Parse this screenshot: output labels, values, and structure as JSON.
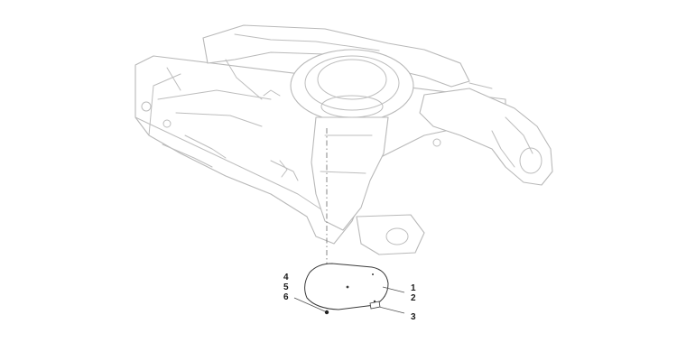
{
  "diagram": {
    "callouts": [
      {
        "id": "4",
        "label": "4"
      },
      {
        "id": "5",
        "label": "5"
      },
      {
        "id": "6",
        "label": "6"
      },
      {
        "id": "1",
        "label": "1"
      },
      {
        "id": "2",
        "label": "2"
      },
      {
        "id": "3",
        "label": "3"
      }
    ],
    "colors": {
      "background": "#ffffff",
      "frame_line": "#b9b9b9",
      "part_line": "#3a3a3a",
      "text": "#1a1a1a"
    }
  }
}
